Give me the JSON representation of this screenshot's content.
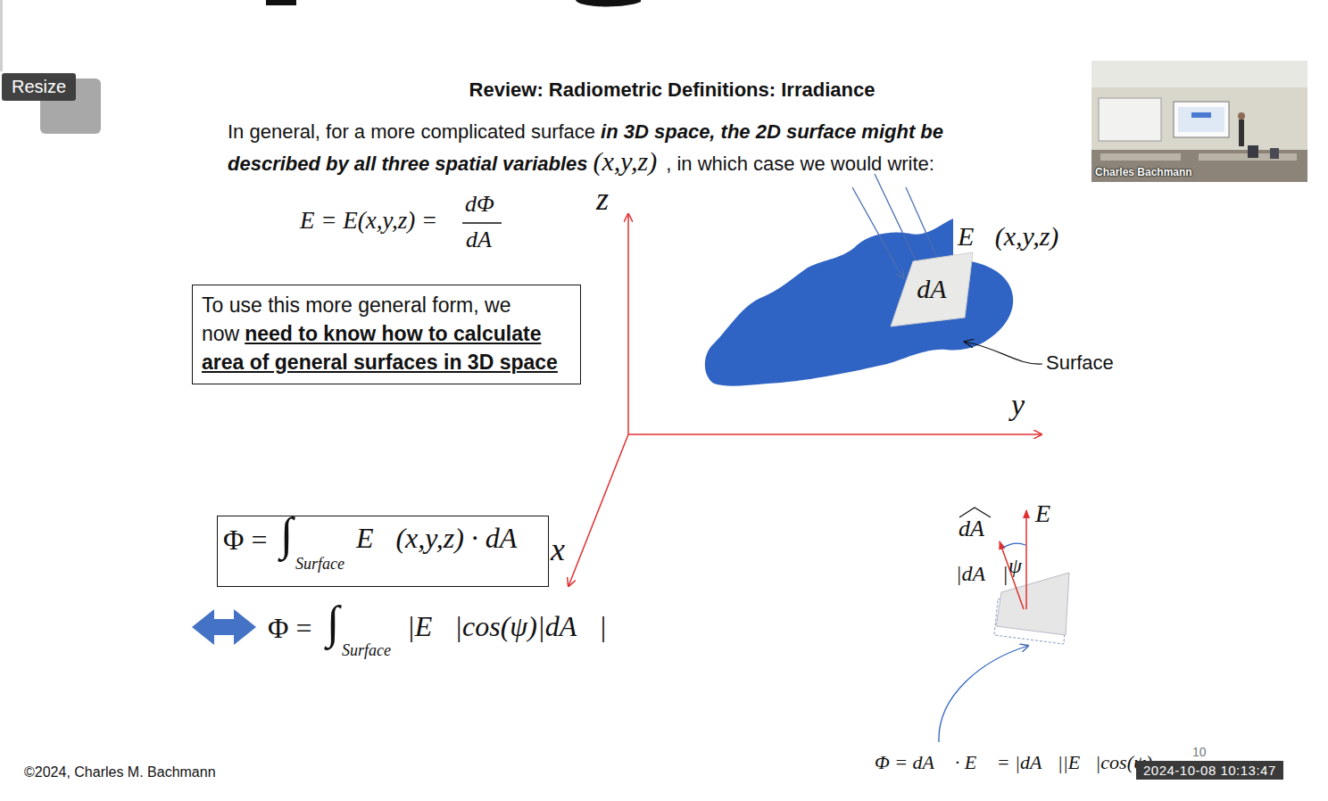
{
  "diagram": {
    "title": "Review: Radiometric Definitions: Irradiance",
    "nodes": [
      {
        "text": [
          "Resize"
        ]
      },
      {
        "text": [
          "Charles Bachmann"
        ]
      },
      {
        "text": [
          "To use this more general form, we now",
          "need to know how to calculate area of general surfaces in 3D space"
        ]
      },
      {
        "text": [
          "dA"
        ]
      },
      {
        "text": [
          "Φ =",
          "∫",
          "Surface",
          "E⃗(x,y,z) · dA⃗"
        ]
      },
      {
        "text": [
          "2024-10-08 10:13:47"
        ]
      }
    ],
    "labels": [
      "In general, for a more complicated surface",
      "in 3D space, the 2D surface might be described by all three spatial variables",
      "(x,y,z)",
      ", in which case we would write:",
      "E = E(x,y,z) =",
      "dΦ",
      "dA",
      "z",
      "E⃗(x,y,z)",
      "Surface",
      "y",
      "x",
      "Φ =",
      "∫",
      "Surface",
      "|E⃗|cos(ψ)|dA⃗|",
      "dA",
      "E⃗",
      "|dA⃗|",
      "ψ",
      "Φ = dA⃗ · E⃗ = |dA⃗||E⃗|cos(ψ)",
      "10",
      "©2024, Charles M. Bachmann"
    ]
  }
}
